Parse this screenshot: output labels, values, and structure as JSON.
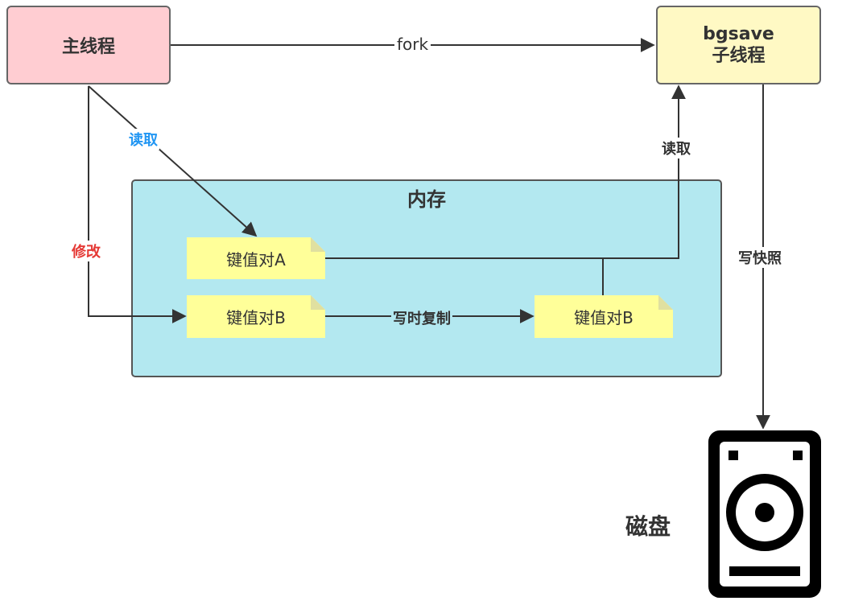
{
  "processes": {
    "main": "主线程",
    "child_line1": "bgsave",
    "child_line2": "子线程"
  },
  "memory": {
    "title": "内存",
    "kv_a": "键值对A",
    "kv_b": "键值对B",
    "kv_b_copy": "键值对B"
  },
  "edges": {
    "fork": "fork",
    "main_read": "读取",
    "main_modify": "修改",
    "cow": "写时复制",
    "child_read": "读取",
    "snapshot": "写快照"
  },
  "disk": {
    "label": "磁盘"
  },
  "colors": {
    "main_fill": "#ffcdd2",
    "child_fill": "#fff9c4",
    "memory_fill": "#b3e8f0",
    "note_fill": "#ffff99",
    "read_label": "#2196f3",
    "modify_label": "#e53935"
  }
}
